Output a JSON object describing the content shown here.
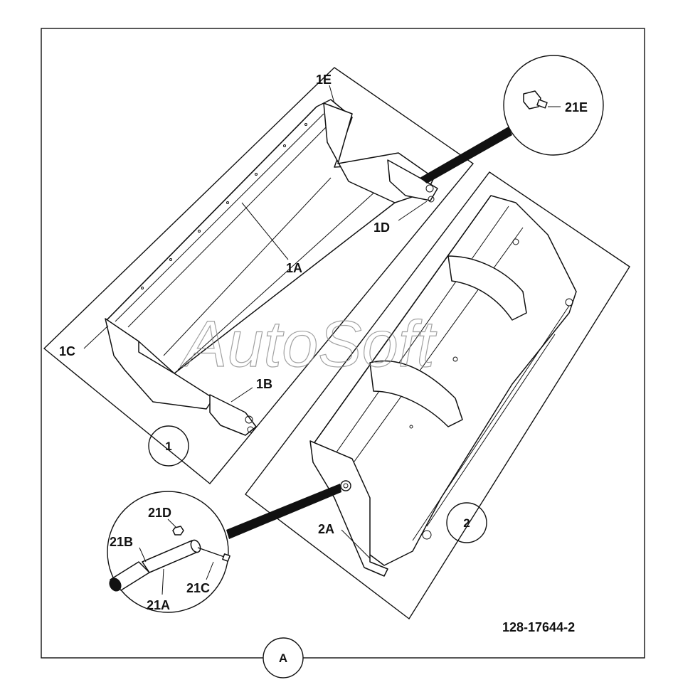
{
  "labels": {
    "l1E": "1E",
    "l21E": "21E",
    "l1D": "1D",
    "l1A": "1A",
    "l1C": "1C",
    "l1B": "1B",
    "l2A": "2A",
    "l21D": "21D",
    "l21B": "21B",
    "l21C": "21C",
    "l21A": "21A"
  },
  "circles": {
    "c1": "1",
    "c2": "2",
    "cA": "A"
  },
  "drawing_number": "128-17644-2",
  "watermark": "AutoSoft"
}
